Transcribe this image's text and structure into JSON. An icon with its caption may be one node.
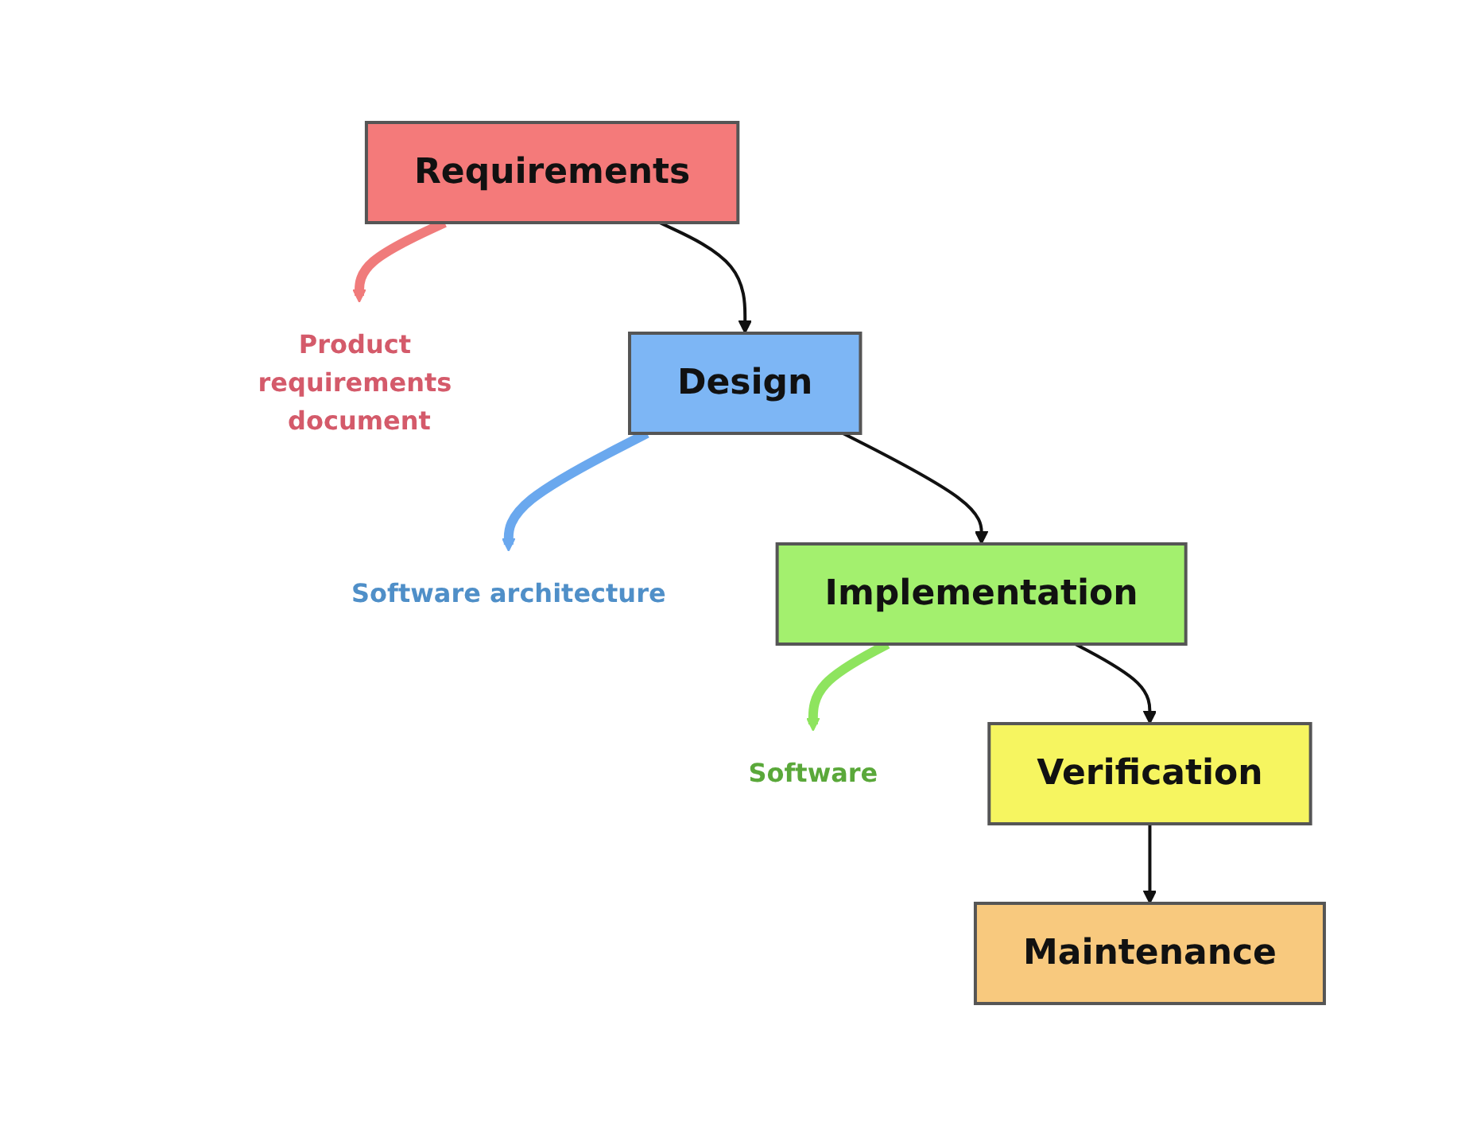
{
  "diagram": {
    "nodes": [
      {
        "text": [
          "Requirements"
        ]
      },
      {
        "text": [
          "Product requirements document"
        ]
      },
      {
        "text": [
          "Design"
        ]
      },
      {
        "text": [
          "Software architecture"
        ]
      },
      {
        "text": [
          "Implementation"
        ]
      },
      {
        "text": [
          "Software"
        ]
      },
      {
        "text": [
          "Verification"
        ]
      },
      {
        "text": [
          "Maintenance"
        ]
      }
    ],
    "edges": [
      {
        "from": 0,
        "to": 1,
        "arrow": "to",
        "style": "thick",
        "color": "#f07b7b"
      },
      {
        "from": 0,
        "to": 2,
        "arrow": "to"
      },
      {
        "from": 2,
        "to": 3,
        "arrow": "to",
        "style": "thick",
        "color": "#6aa8ee"
      },
      {
        "from": 2,
        "to": 4,
        "arrow": "to"
      },
      {
        "from": 4,
        "to": 5,
        "arrow": "to",
        "style": "thick",
        "color": "#8ee45e"
      },
      {
        "from": 4,
        "to": 6,
        "arrow": "to"
      },
      {
        "from": 6,
        "to": 7,
        "arrow": "to"
      }
    ]
  }
}
